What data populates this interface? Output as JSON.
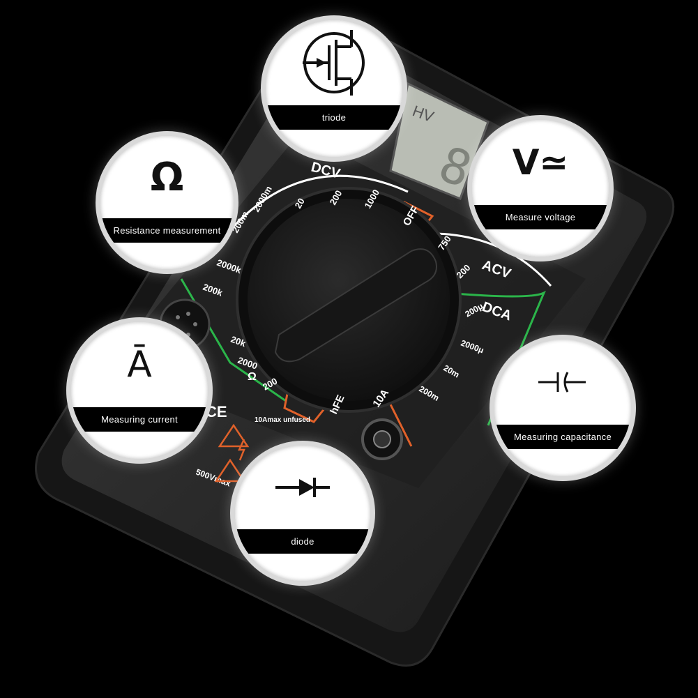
{
  "meter": {
    "display_text": "HV",
    "dial_labels": {
      "dcv": "DCV",
      "acv": "ACV",
      "dca": "DCA",
      "off": "OFF",
      "hfe": "hFE",
      "ten_a": "10A",
      "ohm": "Ω",
      "ranges_dcv": [
        "2000m",
        "20",
        "200",
        "1000"
      ],
      "ranges_acv": [
        "750",
        "200"
      ],
      "ranges_dca": [
        "200μ",
        "2000μ",
        "20m",
        "200m"
      ],
      "ranges_ohm": [
        "200",
        "2000",
        "20k",
        "200k",
        "2000k",
        "200m"
      ],
      "warning_10a": "10Amax unfused",
      "warning_500v": "500Vmax",
      "ce_mark": "CE"
    }
  },
  "callouts": [
    {
      "id": "triode",
      "symbol": "triode-symbol",
      "label": "triode"
    },
    {
      "id": "resistance",
      "symbol": "Ω",
      "label": "Resistance measurement"
    },
    {
      "id": "voltage",
      "symbol": "V≃",
      "label": "Measure voltage"
    },
    {
      "id": "current",
      "symbol": "Ā",
      "label": "Measuring current"
    },
    {
      "id": "capacitance",
      "symbol": "capacitor-symbol",
      "label": "Measuring capacitance"
    },
    {
      "id": "diode",
      "symbol": "diode-symbol",
      "label": "diode"
    }
  ],
  "colors": {
    "background": "#000000",
    "meter_body": "#2a2a2a",
    "dial": "#1b1b1b",
    "lcd": "#b9bdb4",
    "orange_accent": "#e0612a",
    "green_accent": "#2bb54a",
    "callout_band": "#000000"
  }
}
